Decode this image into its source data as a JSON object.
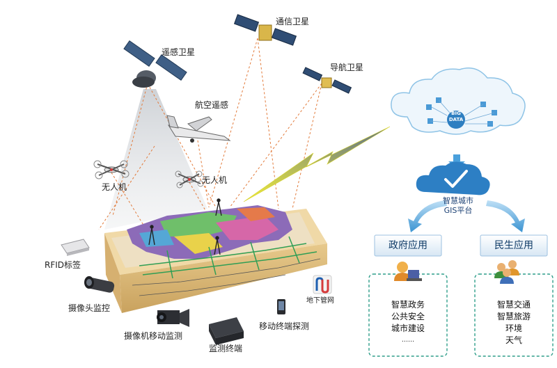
{
  "satellites": {
    "remote_sensing": "遥感卫星",
    "communication": "通信卫星",
    "navigation": "导航卫星"
  },
  "aerial": {
    "aviation": "航空遥感",
    "uav_left": "无人机",
    "uav_right": "无人机"
  },
  "devices": {
    "rfid": "RFID标签",
    "camera": "摄像头监控",
    "mobile_camera": "摄像机移动监测",
    "terminal": "监测终端",
    "mobile_probe": "移动终端探测",
    "pipeline": "地下管网"
  },
  "cloud": {
    "big_data_line1": "BIG",
    "big_data_line2": "DATA",
    "smart_city_line1": "智慧城市",
    "smart_city_line2": "GIS平台"
  },
  "apps": {
    "government": {
      "title": "政府应用",
      "items": [
        "智慧政务",
        "公共安全",
        "城市建设",
        "……"
      ]
    },
    "livelihood": {
      "title": "民生应用",
      "items": [
        "智慧交通",
        "智慧旅游",
        "环境",
        "天气"
      ]
    }
  }
}
